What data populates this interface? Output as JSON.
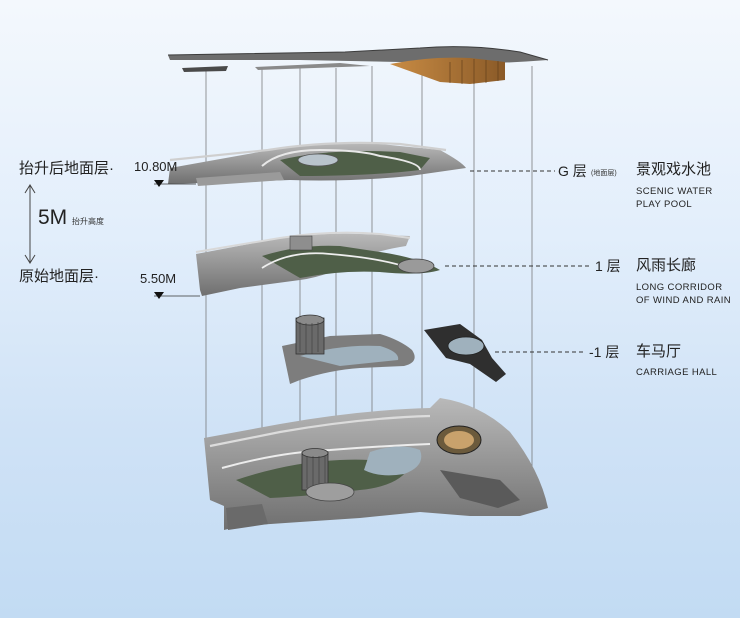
{
  "left": {
    "raised_ground": "抬升后地面层·",
    "raise_height": "5M",
    "raise_height_caption": "抬升高度",
    "original_ground": "原始地面层·"
  },
  "elevations": {
    "upper": "10.80M",
    "lower": "5.50M"
  },
  "levels": [
    {
      "level": "G 层",
      "sub": "(地面层)",
      "cn": "景观戏水池",
      "en": [
        "SCENIC WATER",
        "PLAY POOL"
      ]
    },
    {
      "level": "1 层",
      "sub": "",
      "cn": "风雨长廊",
      "en": [
        "LONG CORRIDOR",
        "OF WIND AND RAIN"
      ]
    },
    {
      "level": "-1 层",
      "sub": "",
      "cn": "车马厅",
      "en": [
        "CARRIAGE HALL"
      ]
    }
  ],
  "colors": {
    "dashed_leader": "#333333",
    "slab": "#8f8f8f",
    "roof": "#5f5f5f",
    "planting": "#4f5f48",
    "water": "#9fb1bd",
    "timber": "#b07a3c"
  }
}
